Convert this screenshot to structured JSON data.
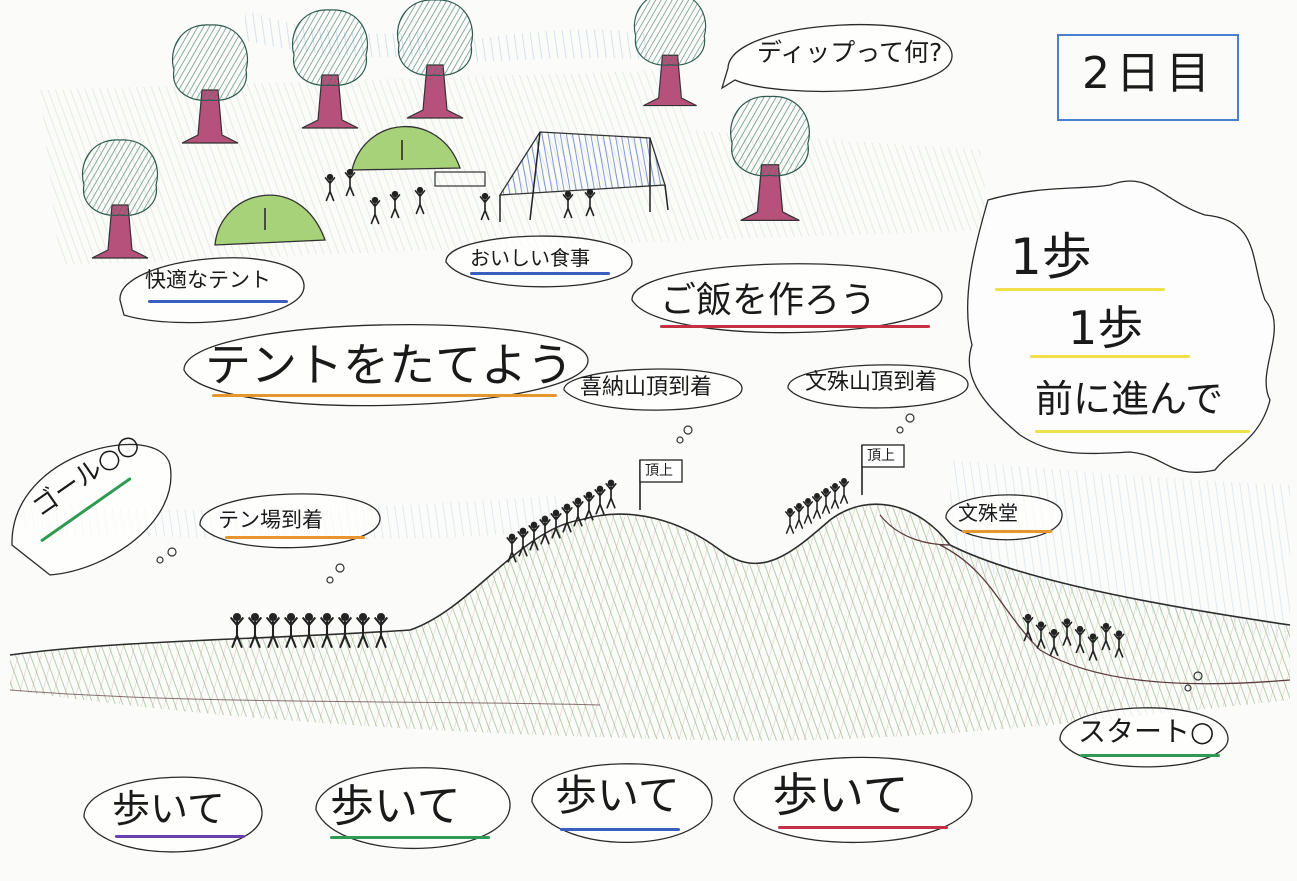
{
  "day_label": "2日目",
  "bubbles": {
    "dip_question": "ディップって何?",
    "comfortable_tent": "快適なテント",
    "delicious_meal": "おいしい食事",
    "cook_meal": "ご飯を作ろう",
    "pitch_tent": "テントをたてよう",
    "kitashiro_summit": "喜納山頂到着",
    "monju_summit": "文殊山頂到着",
    "goal": "ゴール○○",
    "campsite_arrival": "テン場到着",
    "monjudo": "文殊堂",
    "start": "スタート○"
  },
  "mantra": {
    "line1": "1歩",
    "line2": "1歩",
    "line3": "前に進んで"
  },
  "summit_flags": [
    "頂上",
    "頂上"
  ],
  "walking": [
    "歩いて",
    "歩いて",
    "歩いて",
    "歩いて"
  ],
  "colors": {
    "blue": "#3b5fc0",
    "orange": "#e6962d",
    "red": "#c53045",
    "green": "#2f9a52",
    "purple": "#6a3fb0",
    "yellow": "#efe04a",
    "tent_green": "#a8d27a",
    "tree_trunk": "#b5517a",
    "tree_foliage": "#4f8f7a",
    "hill_green": "#6fa35a",
    "sky_blue": "#9fc3e6"
  }
}
